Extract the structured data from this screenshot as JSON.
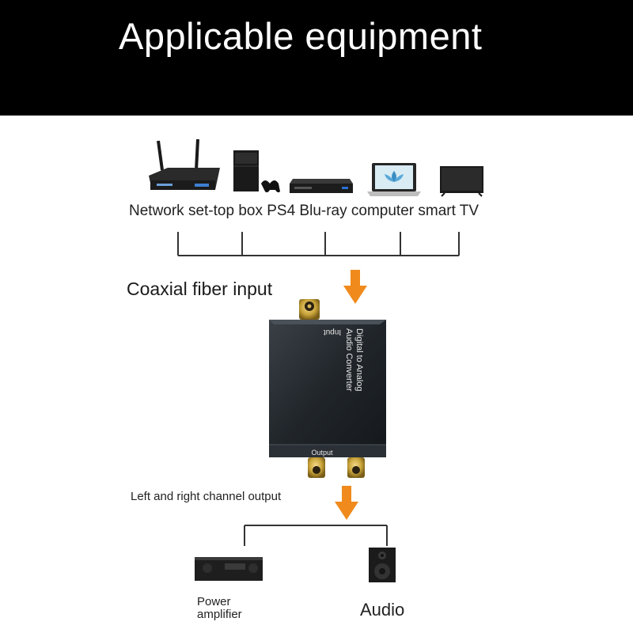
{
  "header": {
    "title": "Applicable equipment"
  },
  "sources": {
    "label": "Network set-top box PS4 Blu-ray computer smart TV",
    "items": [
      {
        "icon": "router-icon"
      },
      {
        "icon": "ps4-console-icon"
      },
      {
        "icon": "bluray-player-icon"
      },
      {
        "icon": "laptop-icon"
      },
      {
        "icon": "smart-tv-icon"
      }
    ]
  },
  "input": {
    "label": "Coaxial fiber input"
  },
  "converter": {
    "input_port_label": "Input",
    "title_line1": "Digital to Analog",
    "title_line2": "Audio Converter",
    "output_port_label": "Output"
  },
  "output": {
    "label": "Left and right channel output"
  },
  "destinations": {
    "amplifier_label": "Power amplifier",
    "speaker_label": "Audio"
  },
  "colors": {
    "header_bg": "#000000",
    "arrow": "#f08a1c",
    "converter_body": "#1e2328",
    "rca_gold": "#c9a43a"
  }
}
